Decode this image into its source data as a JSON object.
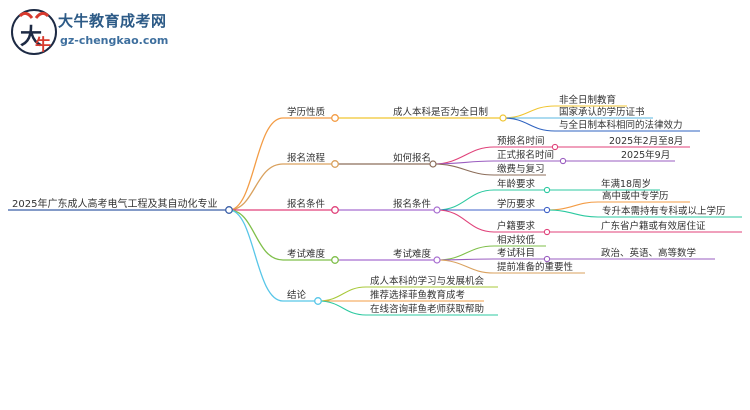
{
  "logo": {
    "title": "大牛教育成考网",
    "url": "gz-chengkao.com",
    "brand_color": "#2c5a86"
  },
  "mindmap": {
    "root": "2025年广东成人高考电气工程及其自动化专业",
    "branches": [
      {
        "label": "学历性质",
        "color": "#f39c45",
        "sub": {
          "label": "成人本科是否为全日制",
          "color": "#f0c531",
          "leaves": [
            {
              "label": "非全日制教育",
              "color": "#f0c531"
            },
            {
              "label": "国家承认的学历证书",
              "color": "#58b7e2"
            },
            {
              "label": "与全日制本科相同的法律效力",
              "color": "#2f63c0"
            }
          ]
        }
      },
      {
        "label": "报名流程",
        "color": "#d9a15e",
        "sub": {
          "label": "如何报名",
          "color": "#8c6d5a",
          "leaves": [
            {
              "label": "预报名时间",
              "color": "#e0427a",
              "value": "2025年2月至8月"
            },
            {
              "label": "正式报名时间",
              "color": "#9a5dc0",
              "value": "2025年9月"
            },
            {
              "label": "缴费与复习",
              "color": "#8c6d5a"
            }
          ]
        }
      },
      {
        "label": "报名条件",
        "color": "#e0427a",
        "sub": {
          "label": "报名条件",
          "color": "#a76dd0",
          "leaves": [
            {
              "label": "年龄要求",
              "color": "#2cc9a0",
              "value": "年满18周岁"
            },
            {
              "label": "学历要求",
              "color": "#3f61c8",
              "values": [
                {
                  "label": "高中或中专学历",
                  "color": "#f39c45"
                },
                {
                  "label": "专升本需持有专科或以上学历",
                  "color": "#2cc9a0"
                }
              ]
            },
            {
              "label": "户籍要求",
              "color": "#e0427a",
              "value": "广东省户籍或有效居住证"
            }
          ]
        }
      },
      {
        "label": "考试难度",
        "color": "#7fbf4a",
        "sub": {
          "label": "考试难度",
          "color": "#a76dd0",
          "leaves": [
            {
              "label": "相对较低",
              "color": "#7fbf4a"
            },
            {
              "label": "考试科目",
              "color": "#9a5dc0",
              "value": "政治、英语、高等数学"
            },
            {
              "label": "提前准备的重要性",
              "color": "#d9a15e"
            }
          ]
        }
      },
      {
        "label": "结论",
        "color": "#58c6e8",
        "leaves": [
          {
            "label": "成人本科的学习与发展机会",
            "color": "#a8c93a"
          },
          {
            "label": "推荐选择菲鱼教育成考",
            "color": "#f39c45"
          },
          {
            "label": "在线咨询菲鱼老师获取帮助",
            "color": "#2cc9a0"
          }
        ]
      }
    ]
  }
}
